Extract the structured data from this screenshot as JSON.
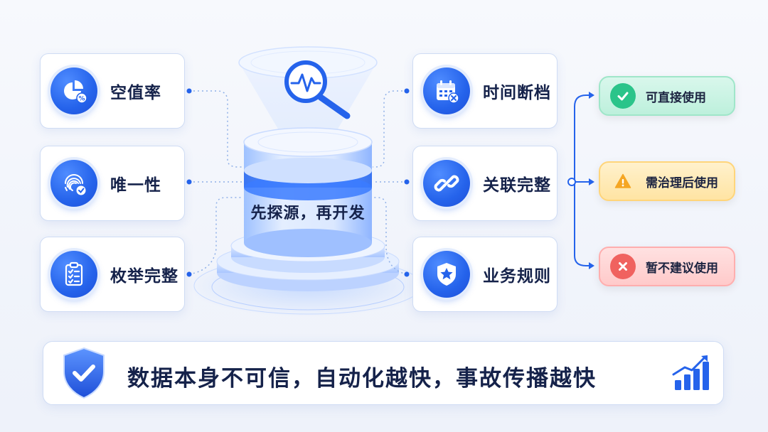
{
  "center": {
    "label": "先探源，再开发",
    "icon": "magnifier-pulse-icon"
  },
  "left_checks": [
    {
      "label": "空值率",
      "icon": "pie-chart-percent-icon"
    },
    {
      "label": "唯一性",
      "icon": "fingerprint-check-icon"
    },
    {
      "label": "枚举完整",
      "icon": "clipboard-checklist-icon"
    }
  ],
  "right_checks": [
    {
      "label": "时间断档",
      "icon": "calendar-x-icon"
    },
    {
      "label": "关联完整",
      "icon": "chain-link-icon"
    },
    {
      "label": "业务规则",
      "icon": "shield-star-icon"
    }
  ],
  "outcomes": [
    {
      "label": "可直接使用",
      "icon": "check-icon",
      "color": "#2bc48a"
    },
    {
      "label": "需治理后使用",
      "icon": "warning-icon",
      "color": "#f5a623"
    },
    {
      "label": "暂不建议使用",
      "icon": "x-icon",
      "color": "#f0625f"
    }
  ],
  "banner": {
    "text": "数据本身不可信，自动化越快，事故传播越快",
    "icons": [
      "shield-check-icon",
      "rising-bar-chart-icon"
    ]
  },
  "colors": {
    "primary": "#2563eb",
    "text": "#15224a",
    "success": "#2bc48a",
    "warning": "#f5a623",
    "danger": "#f0625f"
  }
}
